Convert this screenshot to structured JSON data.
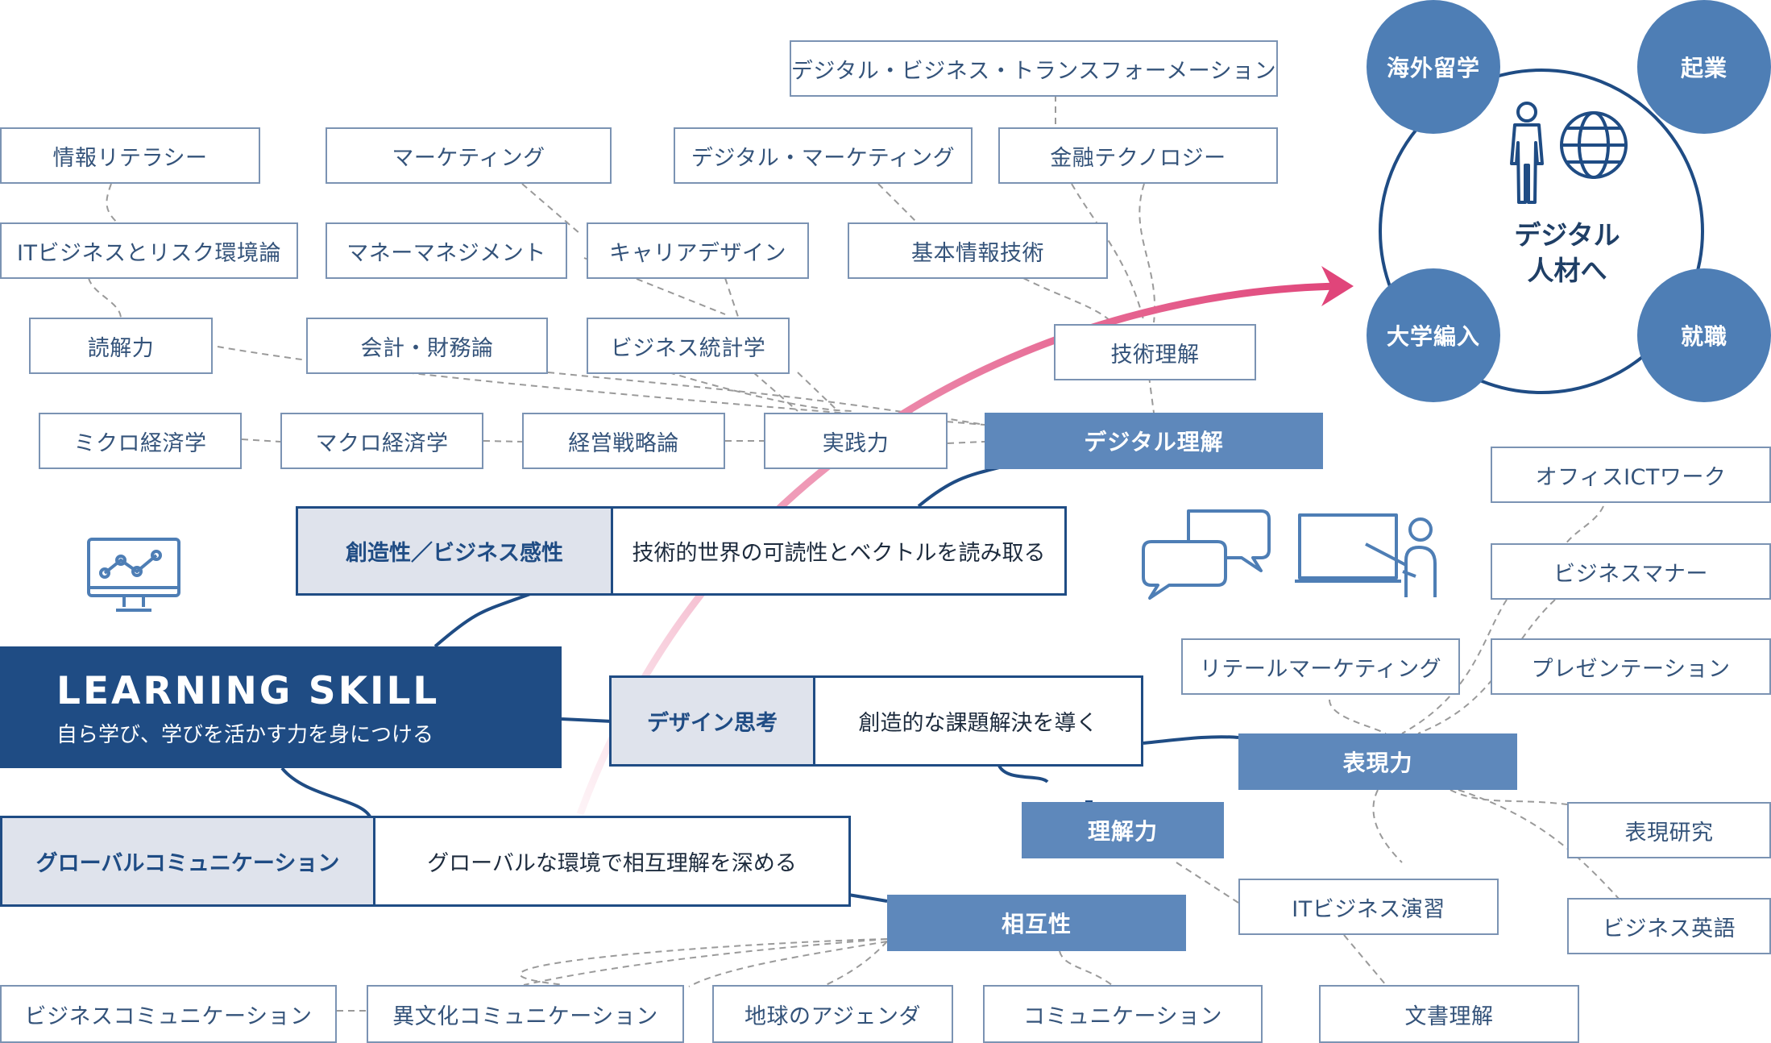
{
  "main": {
    "title": "LEARNING SKILL",
    "subtitle": "自ら学び、学びを活かす力を身につける"
  },
  "pairs": [
    {
      "key": "創造性／ビジネス感性",
      "value": "技術的世界の可読性とベクトルを読み取る"
    },
    {
      "key": "デザイン思考",
      "value": "創造的な課題解決を導く"
    },
    {
      "key": "グローバルコミュニケーション",
      "value": "グローバルな環境で相互理解を深める"
    }
  ],
  "hubs": {
    "digital": "デジタル理解",
    "expression": "表現力",
    "understanding": "理解力",
    "mutual": "相互性"
  },
  "nodes": {
    "dx": "デジタル・ビジネス・トランスフォーメーション",
    "info_literacy": "情報リテラシー",
    "marketing": "マーケティング",
    "digital_marketing": "デジタル・マーケティング",
    "fintech": "金融テクノロジー",
    "it_risk": "ITビジネスとリスク環境論",
    "money_mgmt": "マネーマネジメント",
    "career_design": "キャリアデザイン",
    "basic_info": "基本情報技術",
    "reading": "読解力",
    "accounting": "会計・財務論",
    "biz_stats": "ビジネス統計学",
    "tech_understanding": "技術理解",
    "micro": "ミクロ経済学",
    "macro": "マクロ経済学",
    "strategy": "経営戦略論",
    "practice": "実践力",
    "office_ict": "オフィスICTワーク",
    "biz_manner": "ビジネスマナー",
    "retail_marketing": "リテールマーケティング",
    "presentation": "プレゼンテーション",
    "expression_research": "表現研究",
    "it_biz_practice": "ITビジネス演習",
    "biz_english": "ビジネス英語",
    "biz_comm": "ビジネスコミュニケーション",
    "intercultural": "異文化コミュニケーション",
    "global_agenda": "地球のアジェンダ",
    "communication": "コミュニケーション",
    "doc_understanding": "文書理解"
  },
  "goal": {
    "center": [
      "デジタル",
      "人材へ"
    ],
    "study_abroad": "海外留学",
    "startup": "起業",
    "transfer": "大学編入",
    "employment": "就職"
  },
  "icons": [
    "monitor-chart-icon",
    "chat-bubbles-icon",
    "teacher-board-icon",
    "person-icon",
    "globe-icon"
  ],
  "colors": {
    "navy": "#1f4c84",
    "hub": "#5e88bb",
    "circle": "#4e7eb5",
    "arrow": "#e0457a"
  }
}
